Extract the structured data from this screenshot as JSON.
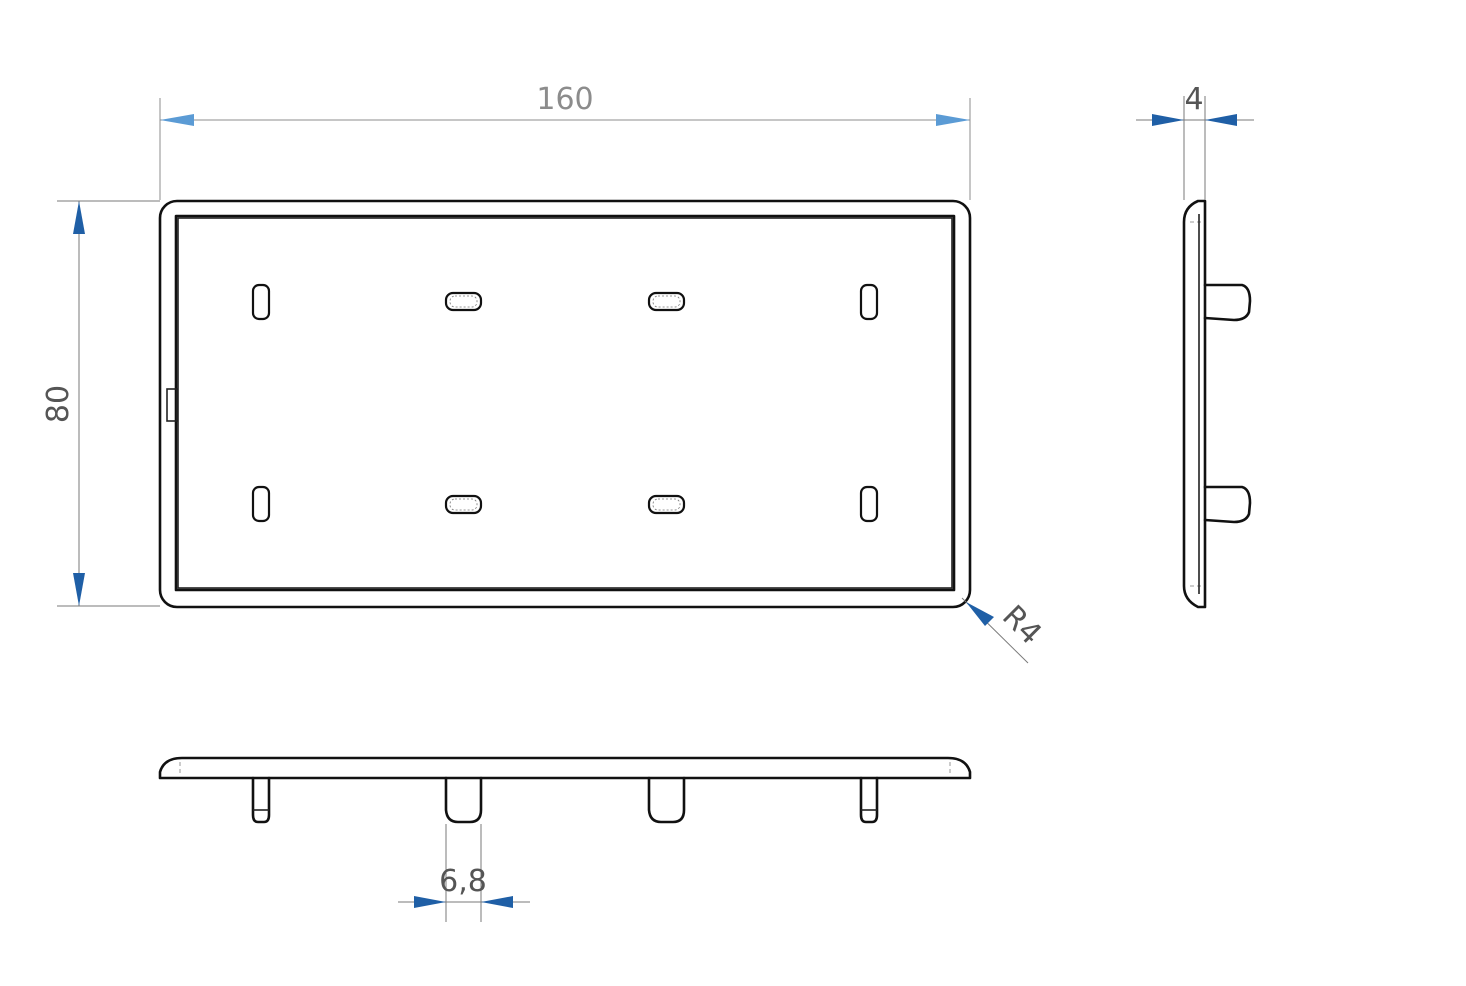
{
  "colors": {
    "outline": "#111111",
    "dimension_gray": "#8c8c8c",
    "arrow_light_blue": "#5b9bd5",
    "arrow_dark_blue": "#1f5fa6",
    "dimension_text_gray": "#7a7a7a",
    "dimension_text_dark": "#555555"
  },
  "dimensions": {
    "width": "160",
    "height": "80",
    "thickness": "4",
    "radius": "R4",
    "pin_width": "6,8"
  }
}
